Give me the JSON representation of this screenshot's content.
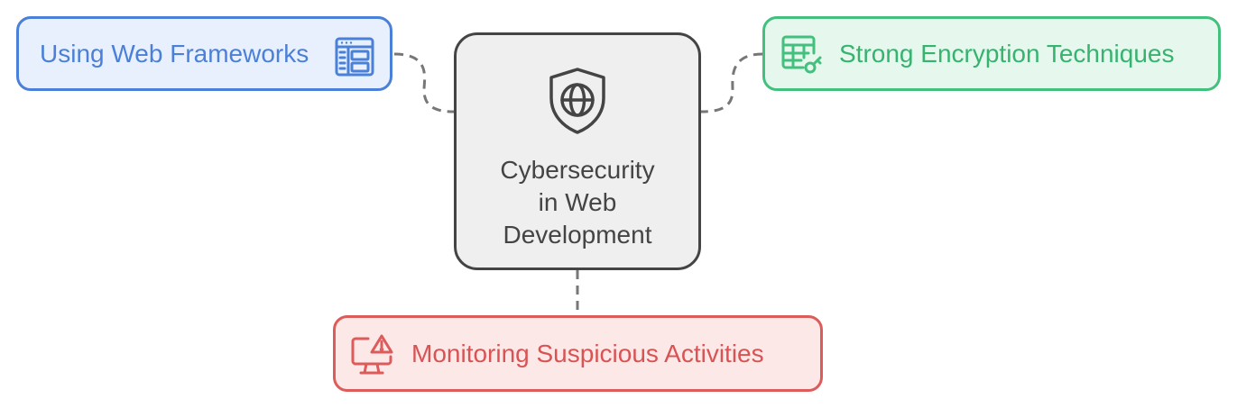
{
  "diagram": {
    "center": {
      "title_lines": [
        "Cybersecurity",
        "in Web",
        "Development"
      ],
      "icon": "shield-globe-icon",
      "color": "#444444",
      "fill": "#efefef"
    },
    "nodes": [
      {
        "label": "Using Web Frameworks",
        "icon": "web-layout-icon",
        "color": "#4a80d8",
        "fill": "#e8f0fd"
      },
      {
        "label": "Strong Encryption Techniques",
        "icon": "encrypted-table-icon",
        "color": "#43c07d",
        "fill": "#e6f8ee"
      },
      {
        "label": "Monitoring Suspicious Activities",
        "icon": "monitor-alert-icon",
        "color": "#dc5b5b",
        "fill": "#fde8e8"
      }
    ],
    "connector_color": "#777777",
    "connector_style": "dashed"
  }
}
